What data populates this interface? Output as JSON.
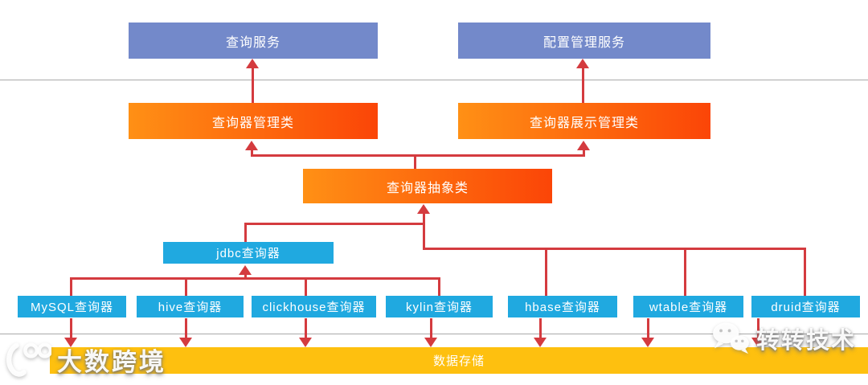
{
  "diagram_title": "",
  "colors": {
    "service_blue": "#7389CA",
    "class_orange_start": "#FF9015",
    "class_orange_end": "#FB4507",
    "queryer_cyan": "#20A9E0",
    "storage_yellow": "#FEC00F",
    "arrow_red": "#D43B3F",
    "divider_gray": "#8C8C8C"
  },
  "nodes": {
    "services": [
      {
        "id": "query-service",
        "label": "查询服务"
      },
      {
        "id": "config-management-service",
        "label": "配置管理服务"
      }
    ],
    "manager_classes": [
      {
        "id": "queryer-manager-class",
        "label": "查询器管理类"
      },
      {
        "id": "queryer-display-manager-class",
        "label": "查询器展示管理类"
      }
    ],
    "abstract_class": {
      "label": "查询器抽象类"
    },
    "jdbc_queryer": {
      "label": "jdbc查询器"
    },
    "queryers": [
      {
        "label": "MySQL查询器"
      },
      {
        "label": "hive查询器"
      },
      {
        "label": "clickhouse查询器"
      },
      {
        "label": "kylin查询器"
      },
      {
        "label": "hbase查询器"
      },
      {
        "label": "wtable查询器"
      },
      {
        "label": "druid查询器"
      }
    ],
    "storage": {
      "label": "数据存储"
    }
  },
  "watermarks": {
    "left": {
      "text": "大数跨境"
    },
    "right": {
      "text": "转转技术"
    }
  }
}
